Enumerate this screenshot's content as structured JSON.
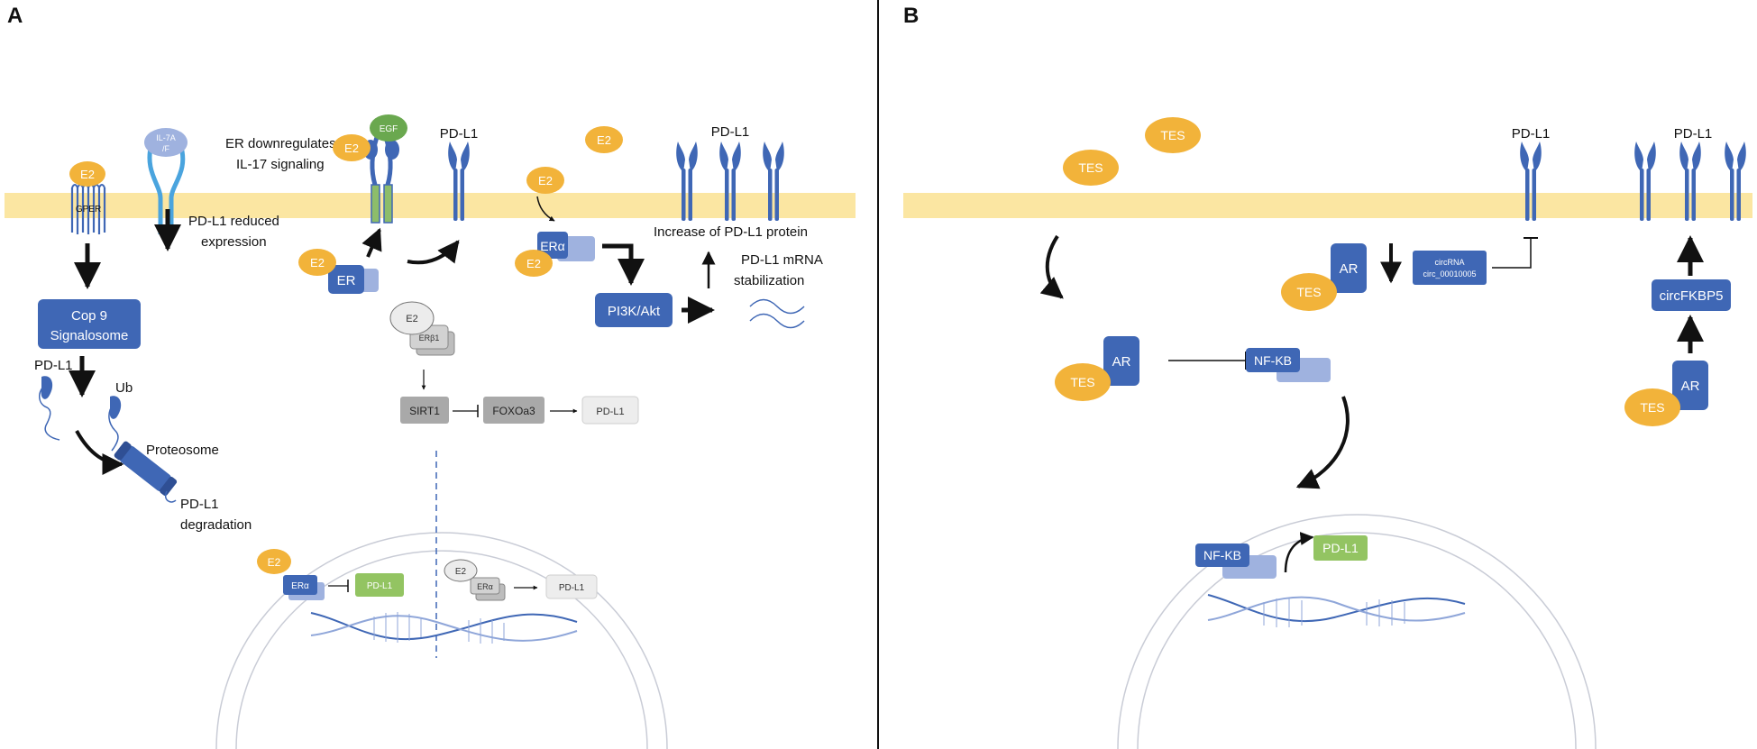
{
  "panel_a": {
    "panel_label": "A",
    "e2": "E2",
    "gper": "GPER",
    "il17_receptor": "IL-7A\n/F",
    "il17_note": [
      "ER downregulates",
      "IL-17 signaling"
    ],
    "egf": "EGF",
    "pdl1": "PD-L1",
    "reduced_expression": [
      "PD-L1 reduced",
      "expression"
    ],
    "cop9": [
      "Cop 9",
      "Signalosome"
    ],
    "ub": "Ub",
    "proteosome": "Proteosome",
    "degradation": [
      "PD-L1",
      "degradation"
    ],
    "er": "ER",
    "er_alpha": "ERα",
    "er_beta": "ERβ1",
    "pi3k_akt": "PI3K/Akt",
    "increase_protein": "Increase of PD-L1 protein",
    "mrna_stabilization": [
      "PD-L1 mRNA",
      "stabilization"
    ],
    "sirt1": "SIRT1",
    "foxo3a": "FOXOa3"
  },
  "panel_b": {
    "panel_label": "B",
    "tes": "TES",
    "ar": "AR",
    "pdl1": "PD-L1",
    "circrna": [
      "circRNA",
      "circ_00010005"
    ],
    "circfkbp5": "circFKBP5",
    "nfkb": "NF-KB"
  },
  "colors": {
    "membrane": "#fbe6a2",
    "e2_hormone": "#f2b33a",
    "receptor_blue": "#3f67b5",
    "receptor_light": "#9fb2df",
    "egf_green": "#6aa84f",
    "pdl1_nuclear_green": "#93c462",
    "grey_box": "#a9a9a9"
  }
}
